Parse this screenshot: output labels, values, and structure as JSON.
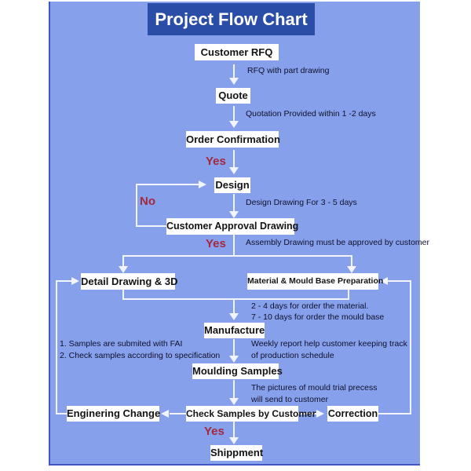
{
  "title": "Project Flow Chart",
  "nodes": {
    "customer_rfq": "Customer RFQ",
    "quote": "Quote",
    "order_confirmation": "Order Confirmation",
    "design": "Design",
    "customer_approval_drawing": "Customer Approval Drawing",
    "detail_drawing_3d": "Detail Drawing & 3D",
    "material_mould_base_preparation": "Material & Mould Base Preparation",
    "manufacture": "Manufacture",
    "moulding_samples": "Moulding Samples",
    "enginering_change": "Enginering Change",
    "check_samples_by_customer": "Check Samples by Customer",
    "correction": "Correction",
    "shippment": "Shippment"
  },
  "decision_labels": {
    "order_confirmation_yes": "Yes",
    "approval_no": "No",
    "approval_yes": "Yes",
    "check_samples_yes": "Yes"
  },
  "annotations": {
    "rfq_with_part_drawing": "RFQ with part drawing",
    "quotation_provided": "Quotation Provided within 1 -2 days",
    "design_drawing_days": "Design Drawing For 3 - 5 days",
    "assembly_drawing_approved": "Assembly Drawing must be approved by customer",
    "order_material_days": "2 - 4 days for order the material.",
    "order_mould_base_days": "7 - 10 days for order the mould base",
    "samples_submitted_fai": "1. Samples are submited with FAI",
    "check_samples_specification": "2. Check samples according to specification",
    "weekly_report_line1": "Weekly report help customer keeping track",
    "weekly_report_line2": "of production schedule",
    "mould_trial_pictures_line1": "The pictures of mould trial precess",
    "mould_trial_pictures_line2": "will send to customer"
  },
  "edges": [
    "customer_rfq -> quote (RFQ with part drawing)",
    "quote -> order_confirmation (Quotation Provided within 1 -2 days)",
    "order_confirmation -> design (Yes)",
    "design -> customer_approval_drawing (Design Drawing For 3 - 5 days)",
    "customer_approval_drawing -> design (No)",
    "customer_approval_drawing -> detail_drawing_3d (Yes)",
    "customer_approval_drawing -> material_mould_base_preparation (Yes)",
    "detail_drawing_3d + material_mould_base_preparation -> manufacture",
    "manufacture -> moulding_samples",
    "moulding_samples -> check_samples_by_customer",
    "check_samples_by_customer -> enginering_change",
    "check_samples_by_customer -> correction",
    "enginering_change -> detail_drawing_3d",
    "correction -> material_mould_base_preparation",
    "check_samples_by_customer -> shippment (Yes)"
  ],
  "colors": {
    "page_background": "#FFFFFF",
    "panel_background": "#87A0EC",
    "panel_border": "#3D58C2",
    "title_background": "#2A4DA7",
    "title_text": "#FFFFFF",
    "node_background": "#FFFFFF",
    "node_text": "#131313",
    "connector": "#F2F5FF",
    "decision_text": "#A2293E",
    "annotation_text": "#10102A"
  }
}
